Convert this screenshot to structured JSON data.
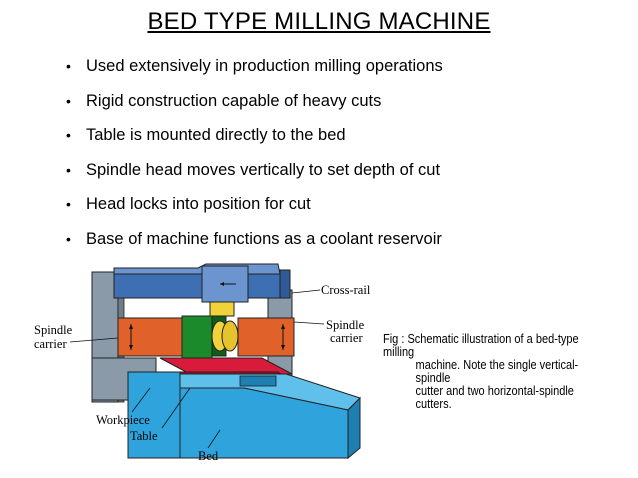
{
  "slide": {
    "title": "BED TYPE MILLING MACHINE",
    "bullets": [
      "Used extensively in production milling operations",
      "Rigid construction capable of heavy cuts",
      "Table is mounted directly to the bed",
      "Spindle head moves vertically to set depth of cut",
      "Head locks into position for cut",
      "Base of machine functions as a coolant reservoir"
    ]
  },
  "figure": {
    "labels": {
      "cross_rail": "Cross-rail",
      "spindle_carrier_left_1": "Spindle",
      "spindle_carrier_left_2": "carrier",
      "spindle_carrier_right_1": "Spindle",
      "spindle_carrier_right_2": "carrier",
      "workpiece": "Workpiece",
      "table": "Table",
      "bed": "Bed"
    },
    "caption_line1": "Fig : Schematic illustration of a bed-type milling",
    "caption_line2": "machine. Note the single vertical-spindle",
    "caption_line3": "cutter and two horizontal-spindle cutters.",
    "colors": {
      "cross_rail": "#3f6fb3",
      "columns": "#8a9aa8",
      "spindle_carrier": "#e0622a",
      "cutter": "#f2d23a",
      "workpiece": "#1a8a2a",
      "table": "#d81b3a",
      "bed": "#2fa3dc"
    }
  }
}
